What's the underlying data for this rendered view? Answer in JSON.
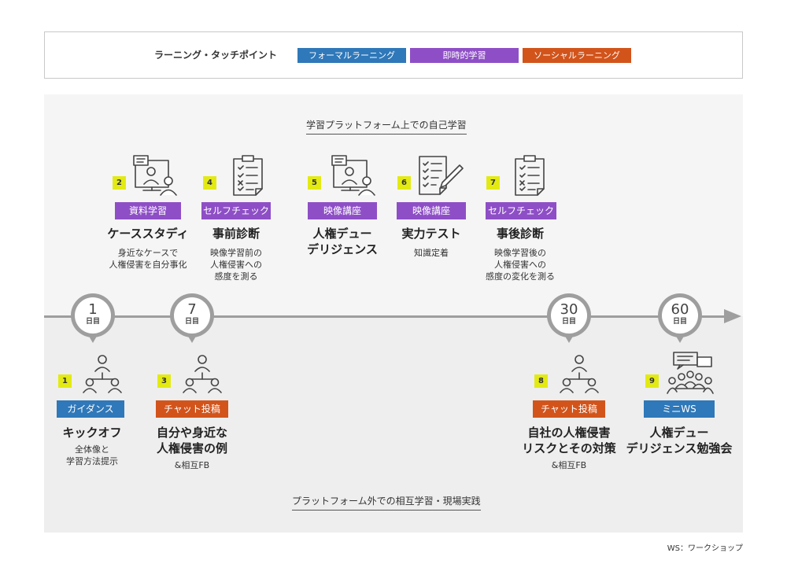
{
  "legend": {
    "title": "ラーニング・タッチポイント",
    "formal": "フォーマルラーニング",
    "justintime": "即時的学習",
    "social": "ソーシャルラーニング"
  },
  "colors": {
    "formal": "#2f78b9",
    "justintime": "#8e4fc6",
    "social": "#d2541b",
    "number_badge": "#e3ea13"
  },
  "sections": {
    "online": "学習プラットフォーム上での自己学習",
    "offline": "プラットフォーム外での相互学習・現場実践"
  },
  "timeline": [
    {
      "number": "1",
      "unit": "日目"
    },
    {
      "number": "7",
      "unit": "日目"
    },
    {
      "number": "30",
      "unit": "日目"
    },
    {
      "number": "60",
      "unit": "日目"
    }
  ],
  "upper_steps": [
    {
      "num": "2",
      "icon": "presentation-screen-icon",
      "tag": "資料学習",
      "title": "ケーススタディ",
      "desc": [
        "身近なケースで",
        "人権侵害を自分事化"
      ]
    },
    {
      "num": "4",
      "icon": "checklist-clipboard-icon",
      "tag": "セルフチェック",
      "title": "事前診断",
      "desc": [
        "映像学習前の",
        "人権侵害への",
        "感度を測る"
      ]
    },
    {
      "num": "5",
      "icon": "video-screen-icon",
      "tag": "映像講座",
      "title": [
        "人権デュー",
        "デリジェンス"
      ],
      "desc": []
    },
    {
      "num": "6",
      "icon": "test-sheet-icon",
      "tag": "映像講座",
      "title": "実力テスト",
      "desc": [
        "知識定着"
      ]
    },
    {
      "num": "7",
      "icon": "checklist-clipboard-icon",
      "tag": "セルフチェック",
      "title": "事後診断",
      "desc": [
        "映像学習後の",
        "人権侵害への",
        "感度の変化を測る"
      ]
    }
  ],
  "lower_steps": [
    {
      "num": "1",
      "icon": "group-network-icon",
      "tag": "ガイダンス",
      "title": "キックオフ",
      "desc": [
        "全体像と",
        "学習方法提示"
      ]
    },
    {
      "num": "3",
      "icon": "group-network-icon",
      "tag": "チャット投稿",
      "title": [
        "自分や身近な",
        "人権侵害の例"
      ],
      "desc": [
        "&相互FB"
      ]
    },
    {
      "num": "8",
      "icon": "group-network-icon",
      "tag": "チャット投稿",
      "title": [
        "自社の人権侵害",
        "リスクとその対策"
      ],
      "desc": [
        "&相互FB"
      ]
    },
    {
      "num": "9",
      "icon": "group-meeting-icon",
      "tag": "ミニWS",
      "title": [
        "人権デュー",
        "デリジェンス勉強会"
      ],
      "desc": []
    }
  ],
  "footnote": "WS：ワークショップ"
}
